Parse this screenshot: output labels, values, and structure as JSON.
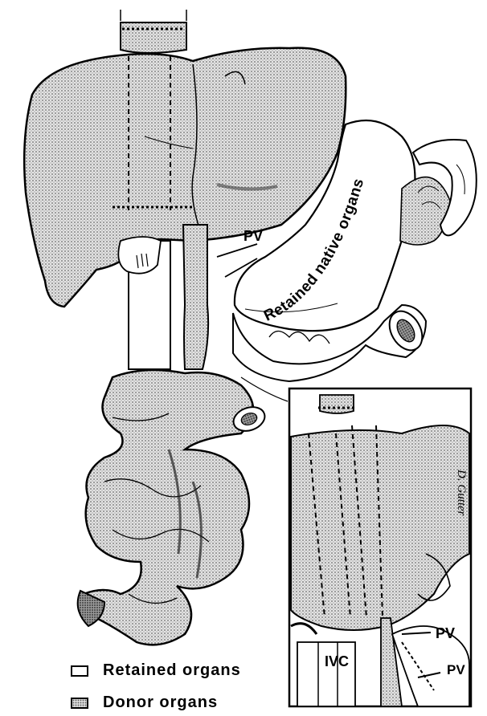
{
  "labels": {
    "pv_main": "PV",
    "retained_native_organs": "Retained native organs",
    "inset_pv_upper": "PV",
    "inset_pv_lower": "PV",
    "inset_ivc": "IVC"
  },
  "legend": {
    "retained": "Retained organs",
    "donor": "Donor organs"
  },
  "signature": "D. Gutter"
}
